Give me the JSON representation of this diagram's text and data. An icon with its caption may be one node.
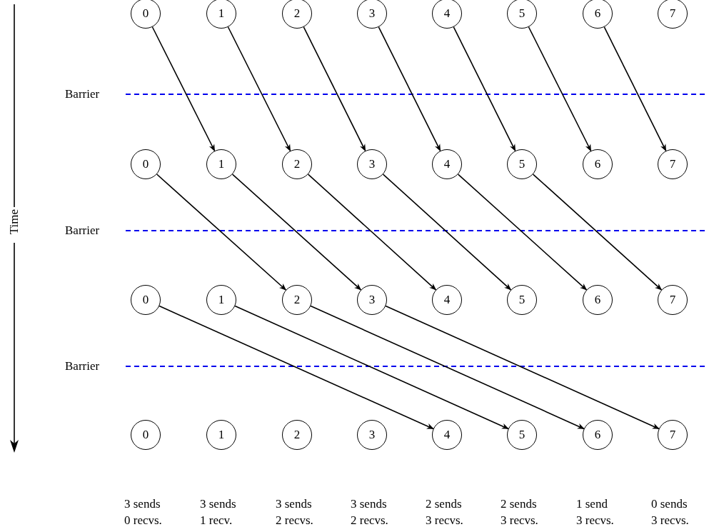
{
  "diagram": {
    "nodes": [
      {
        "text": [
          "0"
        ]
      },
      {
        "text": [
          "1"
        ]
      },
      {
        "text": [
          "2"
        ]
      },
      {
        "text": [
          "3"
        ]
      },
      {
        "text": [
          "4"
        ]
      },
      {
        "text": [
          "5"
        ]
      },
      {
        "text": [
          "6"
        ]
      },
      {
        "text": [
          "7"
        ]
      },
      {
        "text": [
          "0"
        ]
      },
      {
        "text": [
          "1"
        ]
      },
      {
        "text": [
          "2"
        ]
      },
      {
        "text": [
          "3"
        ]
      },
      {
        "text": [
          "4"
        ]
      },
      {
        "text": [
          "5"
        ]
      },
      {
        "text": [
          "6"
        ]
      },
      {
        "text": [
          "7"
        ]
      },
      {
        "text": [
          "0"
        ]
      },
      {
        "text": [
          "1"
        ]
      },
      {
        "text": [
          "2"
        ]
      },
      {
        "text": [
          "3"
        ]
      },
      {
        "text": [
          "4"
        ]
      },
      {
        "text": [
          "5"
        ]
      },
      {
        "text": [
          "6"
        ]
      },
      {
        "text": [
          "7"
        ]
      },
      {
        "text": [
          "0"
        ]
      },
      {
        "text": [
          "1"
        ]
      },
      {
        "text": [
          "2"
        ]
      },
      {
        "text": [
          "3"
        ]
      },
      {
        "text": [
          "4"
        ]
      },
      {
        "text": [
          "5"
        ]
      },
      {
        "text": [
          "6"
        ]
      },
      {
        "text": [
          "7"
        ]
      }
    ],
    "edges": [
      {
        "from": 0,
        "to": 9,
        "arrow": "to"
      },
      {
        "from": 1,
        "to": 10,
        "arrow": "to"
      },
      {
        "from": 2,
        "to": 11,
        "arrow": "to"
      },
      {
        "from": 3,
        "to": 12,
        "arrow": "to"
      },
      {
        "from": 4,
        "to": 13,
        "arrow": "to"
      },
      {
        "from": 5,
        "to": 14,
        "arrow": "to"
      },
      {
        "from": 6,
        "to": 15,
        "arrow": "to"
      },
      {
        "from": 8,
        "to": 18,
        "arrow": "to"
      },
      {
        "from": 9,
        "to": 19,
        "arrow": "to"
      },
      {
        "from": 10,
        "to": 20,
        "arrow": "to"
      },
      {
        "from": 11,
        "to": 21,
        "arrow": "to"
      },
      {
        "from": 12,
        "to": 22,
        "arrow": "to"
      },
      {
        "from": 13,
        "to": 23,
        "arrow": "to"
      },
      {
        "from": 16,
        "to": 28,
        "arrow": "to"
      },
      {
        "from": 17,
        "to": 29,
        "arrow": "to"
      },
      {
        "from": 18,
        "to": 30,
        "arrow": "to"
      },
      {
        "from": 19,
        "to": 31,
        "arrow": "to"
      }
    ],
    "labels": [
      "Barrier",
      "Time",
      "Barrier",
      "Barrier",
      "3 sends",
      "3 sends",
      "3 sends",
      "3 sends",
      "2 sends",
      "2 sends",
      "1 send",
      "0 sends",
      "0 recvs.",
      "1 recv.",
      "2 recvs.",
      "2 recvs.",
      "3 recvs.",
      "3 recvs.",
      "3 recvs.",
      "3 recvs."
    ]
  }
}
